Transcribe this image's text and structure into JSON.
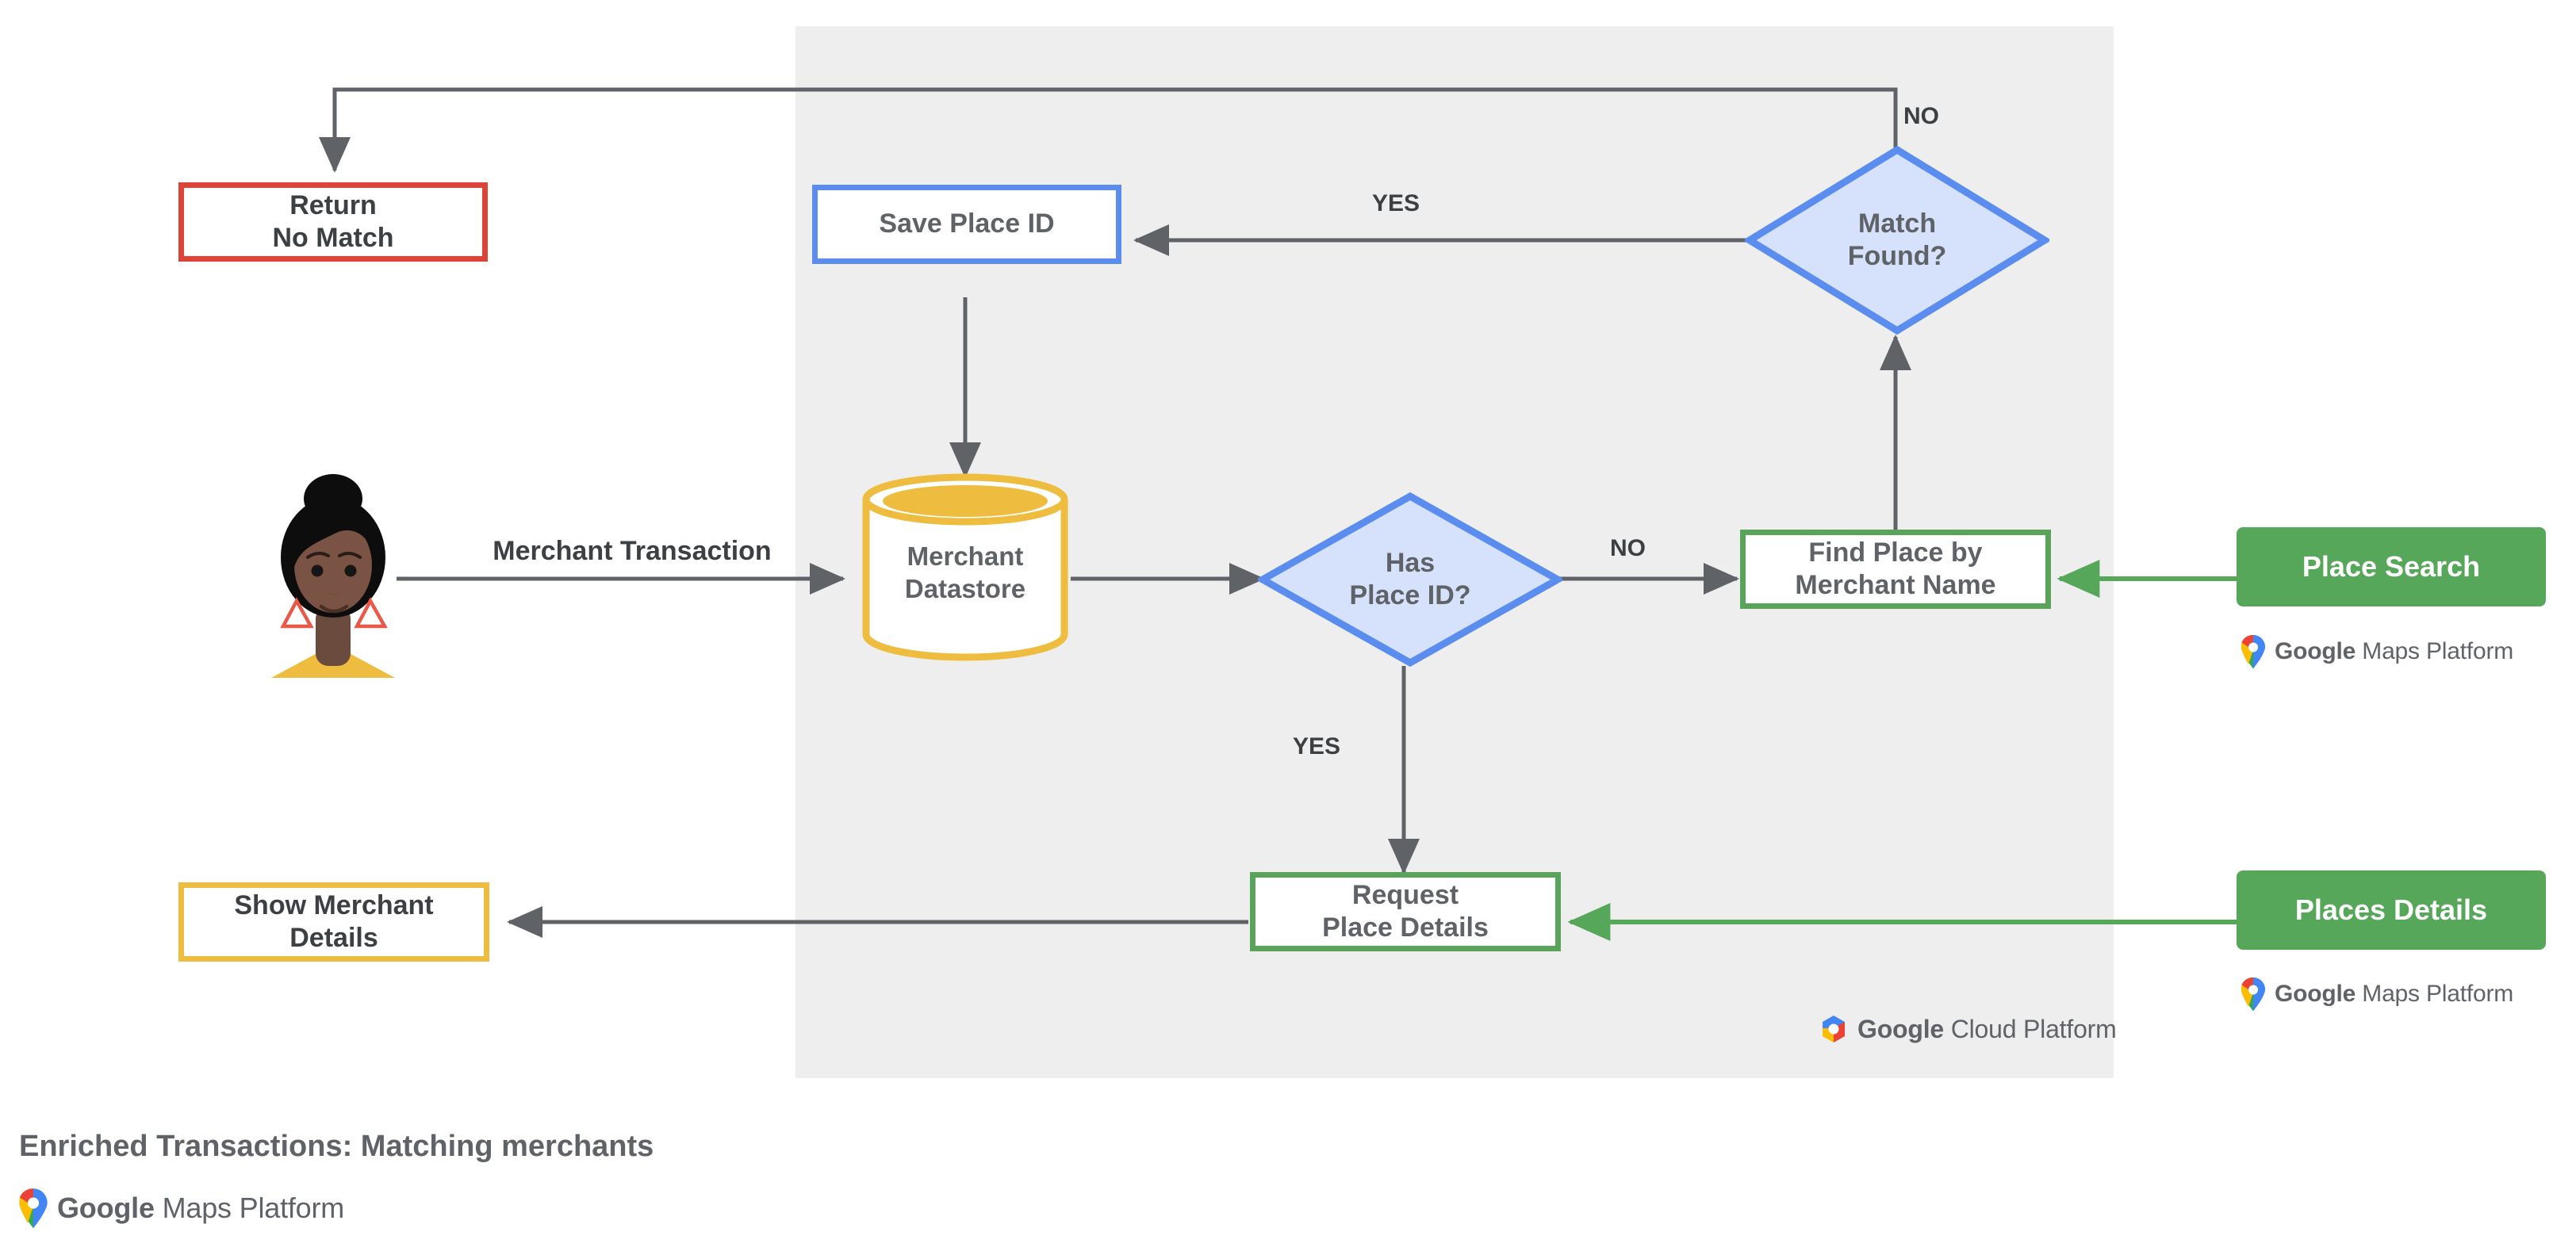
{
  "diagram": {
    "title": "Enriched Transactions: Matching merchants",
    "panel_label": "Google Cloud Platform",
    "colors": {
      "panel_bg": "#eeeeee",
      "red": "#db4437",
      "blue": "#5b8def",
      "blue_fill": "#d6e2fb",
      "green": "#5aa35a",
      "green_chip": "#57a75b",
      "amber": "#eebc3e",
      "connector": "#5f6368",
      "green_connector": "#57a75b",
      "text": "#5f6368"
    }
  },
  "nodes": {
    "return_no_match": {
      "line1": "Return",
      "line2": "No Match"
    },
    "save_place_id": {
      "line1": "Save Place ID"
    },
    "match_found": {
      "line1": "Match",
      "line2": "Found?"
    },
    "merchant_datastore": {
      "line1": "Merchant",
      "line2": "Datastore"
    },
    "has_place_id": {
      "line1": "Has",
      "line2": "Place ID?"
    },
    "find_place_by_merchant_name": {
      "line1": "Find Place by",
      "line2": "Merchant Name"
    },
    "request_place_details": {
      "line1": "Request",
      "line2": "Place Details"
    },
    "show_merchant_details": {
      "line1": "Show Merchant",
      "line2": "Details"
    },
    "place_search_chip": {
      "label": "Place Search"
    },
    "places_details_chip": {
      "label": "Places Details"
    }
  },
  "edge_labels": {
    "merchant_transaction": "Merchant Transaction",
    "match_found_no": "NO",
    "match_found_yes": "YES",
    "has_place_id_no": "NO",
    "has_place_id_yes": "YES"
  },
  "logos": {
    "maps_platform_google": "Google",
    "maps_platform_rest": "Maps Platform",
    "cloud_platform_google": "Google",
    "cloud_platform_rest": "Cloud Platform"
  },
  "footer": {
    "title": "Enriched Transactions: Matching merchants",
    "logo_google": "Google",
    "logo_rest": "Maps Platform"
  },
  "actor": {
    "name": "merchant-customer-avatar"
  }
}
